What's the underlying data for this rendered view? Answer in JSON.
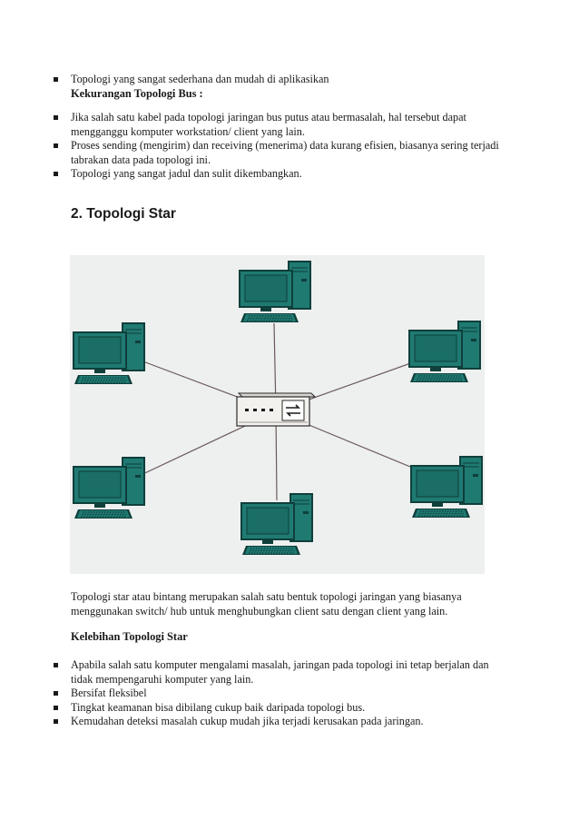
{
  "bus_cont": {
    "first_item": "Topologi yang sangat sederhana dan mudah di aplikasikan",
    "disadvantages_heading": "Kekurangan Topologi Bus :",
    "disadvantages": [
      "Jika salah satu kabel pada topologi jaringan bus putus atau bermasalah, hal tersebut dapat mengganggu komputer workstation/ client yang lain.",
      "Proses sending (mengirim) dan receiving (menerima) data kurang efisien, biasanya sering terjadi tabrakan data pada topologi ini.",
      "Topologi yang sangat jadul dan sulit dikembangkan."
    ]
  },
  "star": {
    "title": "2. Topologi Star",
    "description": "Topologi star atau bintang merupakan salah satu bentuk topologi jaringan yang biasanya menggunakan switch/ hub untuk menghubungkan client satu dengan client yang lain.",
    "advantages_heading": "Kelebihan Topologi Star",
    "advantages": [
      "Apabila salah satu komputer mengalami masalah, jaringan pada topologi ini tetap berjalan dan tidak mempengaruhi komputer yang lain.",
      "Bersifat fleksibel",
      "Tingkat keamanan bisa dibilang cukup baik daripada topologi bus.",
      "Kemudahan deteksi masalah cukup mudah jika terjadi kerusakan pada jaringan."
    ]
  },
  "colors": {
    "computer_teal": "#1f7a72",
    "computer_dark": "#0f3f3b",
    "screen": "#1a6e66",
    "diagram_bg": "#eeefef",
    "cable": "#6b5a5a",
    "hub_body": "#f3f1ee"
  }
}
